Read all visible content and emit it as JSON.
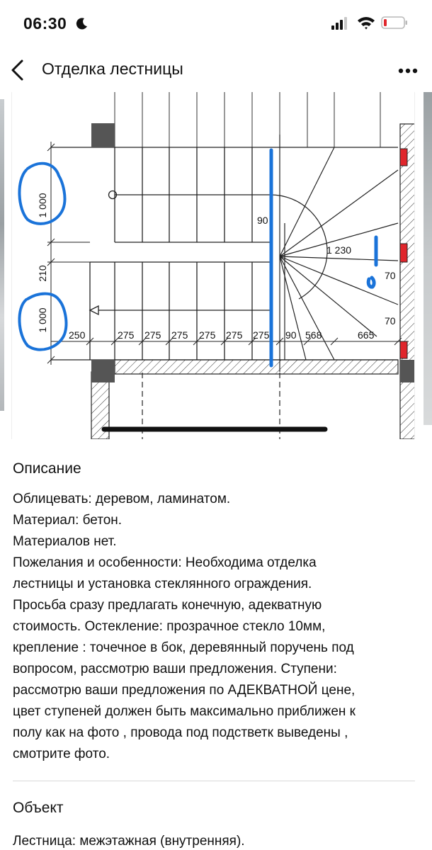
{
  "status_bar": {
    "time": "06:30"
  },
  "nav": {
    "title": "Отделка лестницы"
  },
  "drawing": {
    "dims_left": [
      "1 000",
      "210",
      "1 000"
    ],
    "dims_bottom": [
      "250",
      "275",
      "275",
      "275",
      "275",
      "275",
      "275",
      "90",
      "568",
      "665"
    ],
    "dims_inner": [
      "90",
      "1 230",
      "70",
      "70"
    ]
  },
  "description": {
    "title": "Описание",
    "lines": [
      "Облицевать: деревом, ламинатом.",
      "Материал: бетон.",
      "Материалов нет.",
      "Пожелания и особенности: Необходима отделка",
      "лестницы и установка стеклянного ограждения.",
      "Просьба сразу предлагать конечную, адекватную",
      "стоимость. Остекление: прозрачное стекло 10мм,",
      "крепление : точечное в бок, деревянный поручень под",
      "вопросом, рассмотрю ваши предложения. Ступени:",
      "рассмотрю ваши предложения по АДЕКВАТНОЙ цене,",
      "цвет ступеней должен быть максимально приближен к",
      "полу как на фото , провода под подстветк выведены ,",
      "смотрите фото."
    ]
  },
  "object": {
    "title": "Объект",
    "line": "Лестница: межэтажная (внутренняя)."
  },
  "colors": {
    "annotation_blue": "#1a73d9",
    "marker_red": "#e0262c",
    "text": "#111111"
  }
}
